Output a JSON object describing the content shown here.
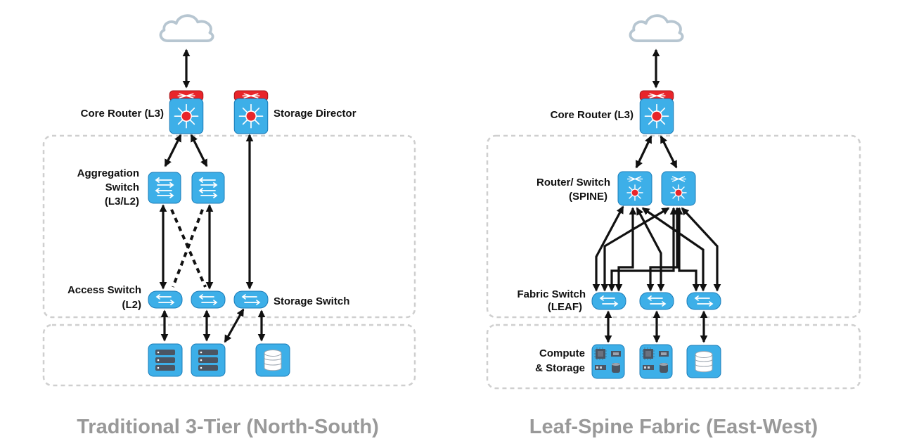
{
  "colors": {
    "device_blue": "#3dafe8",
    "router_red": "#e8252a",
    "caption_gray": "#999999",
    "cloud_outline": "#b7c6d1",
    "server_dark": "#4b5563"
  },
  "left": {
    "caption": "Traditional 3-Tier (North-South)",
    "labels": {
      "core": "Core Router (L3)",
      "storage_director": "Storage Director",
      "agg1": "Aggregation",
      "agg2": "Switch",
      "agg3": "(L3/L2)",
      "access1": "Access Switch",
      "access2": "(L2)",
      "storage_switch": "Storage Switch"
    }
  },
  "right": {
    "caption": "Leaf-Spine Fabric (East-West)",
    "labels": {
      "core": "Core Router (L3)",
      "spine1": "Router/ Switch",
      "spine2": "(SPINE)",
      "leaf1": "Fabric Switch",
      "leaf2": "(LEAF)",
      "compute1": "Compute",
      "compute2": "& Storage"
    }
  },
  "icons": [
    "cloud-icon",
    "core-router-icon",
    "storage-director-icon",
    "switch-icon",
    "server-icon",
    "database-icon",
    "compute-node-icon"
  ]
}
